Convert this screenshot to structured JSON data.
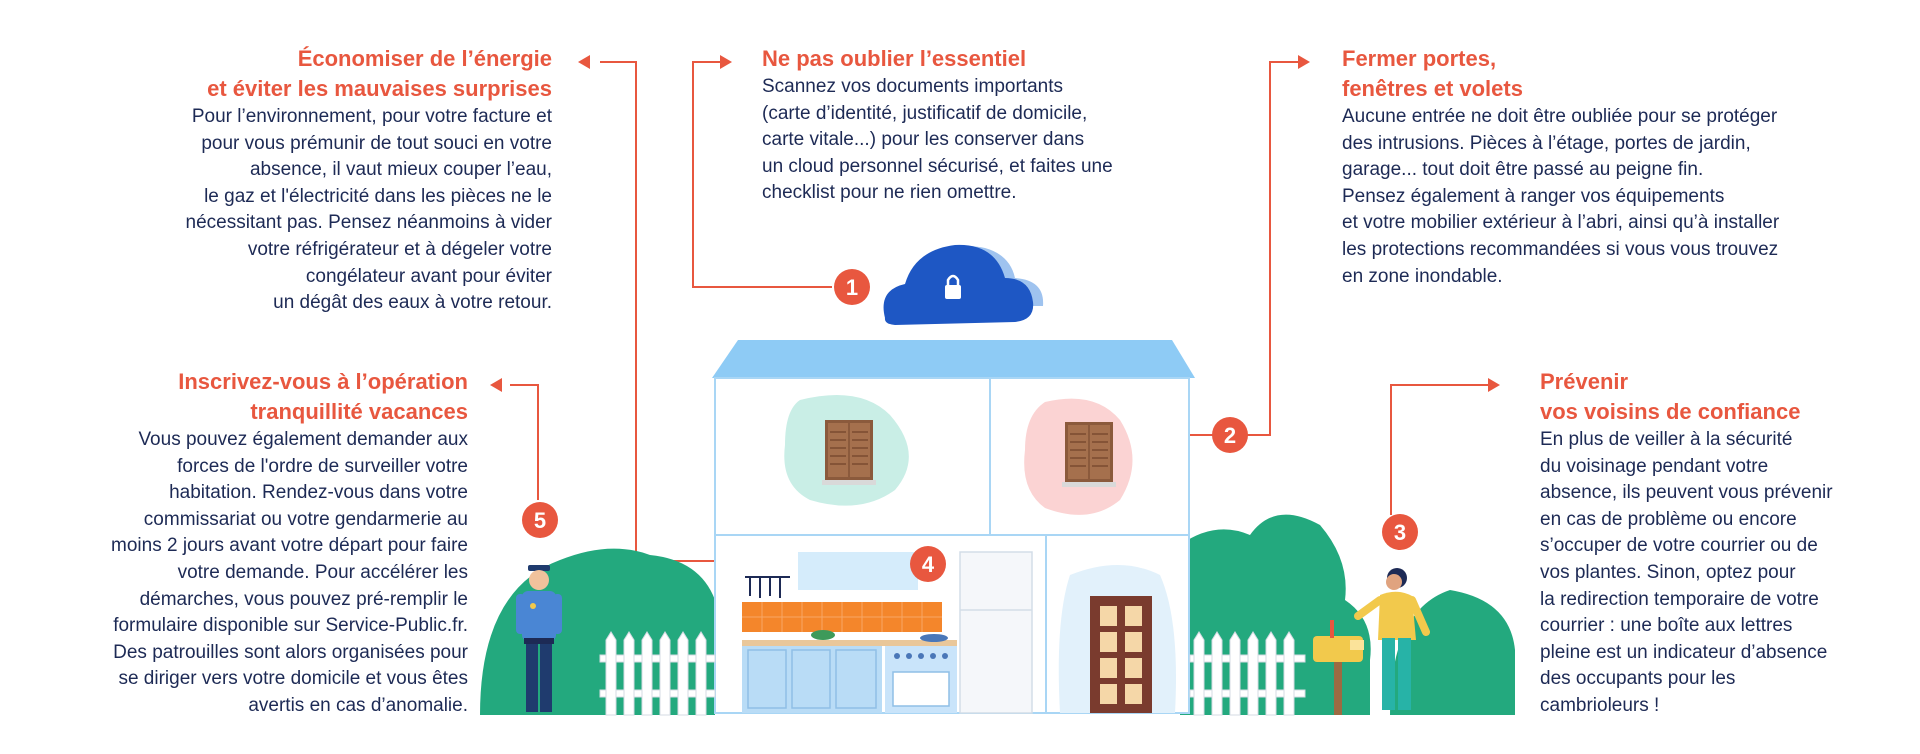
{
  "sections": [
    {
      "num": "1",
      "title": [
        "Ne pas oublier l’essentiel"
      ],
      "body": [
        "Scannez vos documents importants",
        "(carte d’identité, justificatif de domicile,",
        "carte vitale...) pour les conserver dans",
        "un cloud personnel sécurisé, et faites une",
        "checklist pour ne rien omettre."
      ]
    },
    {
      "num": "2",
      "title": [
        "Fermer portes,",
        "fenêtres et volets"
      ],
      "body": [
        "Aucune entrée ne doit être oubliée pour se protéger",
        "des intrusions. Pièces à l’étage, portes de jardin,",
        "garage... tout doit être passé au peigne fin.",
        "Pensez également à ranger vos équipements",
        "et votre mobilier extérieur à l’abri, ainsi qu’à installer",
        "les protections recommandées si vous vous trouvez",
        "en zone inondable."
      ]
    },
    {
      "num": "3",
      "title": [
        "Prévenir",
        "vos voisins de confiance"
      ],
      "body": [
        "En plus de veiller à la sécurité",
        "du voisinage pendant votre",
        "absence, ils peuvent vous prévenir",
        "en cas de problème ou encore",
        "s’occuper de votre courrier ou de",
        "vos plantes. Sinon, optez pour",
        "la redirection temporaire de votre",
        "courrier : une boîte aux lettres",
        "pleine est un indicateur d’absence",
        "des occupants pour les",
        "cambrioleurs !"
      ]
    },
    {
      "num": "4",
      "title": [
        "Économiser de l’énergie",
        "et éviter les mauvaises surprises"
      ],
      "body": [
        "Pour l’environnement, pour votre facture et",
        "pour vous prémunir de tout souci en votre",
        "absence, il vaut mieux couper l’eau,",
        "le gaz et l'électricité dans les pièces ne le",
        "nécessitant pas. Pensez néanmoins à vider",
        "votre réfrigérateur et à dégeler votre",
        "congélateur avant pour éviter",
        "un dégât des eaux à votre retour."
      ]
    },
    {
      "num": "5",
      "title": [
        "Inscrivez-vous à l’opération",
        "tranquillité vacances"
      ],
      "body": [
        "Vous pouvez également demander aux",
        "forces de l'ordre de surveiller votre",
        "habitation. Rendez-vous dans votre",
        "commissariat ou votre gendarmerie au",
        "moins 2 jours avant votre départ pour faire",
        "votre demande. Pour accélérer les",
        "démarches, vous pouvez pré-remplir le",
        "formulaire disponible sur Service-Public.fr.",
        "Des patrouilles sont alors organisées pour",
        "se diriger vers votre domicile et vous êtes",
        "avertis en cas d’anomalie."
      ]
    }
  ],
  "colors": {
    "accent": "#e8573f",
    "text": "#1d2a55",
    "roof": "#8ecbf5",
    "wall_line": "#a9d6f5",
    "bush": "#23a97e",
    "cloud": "#1e57c4",
    "cloud_back": "#9fc3ef"
  },
  "icons": [
    "cloud-lock-icon",
    "shutter-window-icon",
    "door-icon",
    "police-officer-icon",
    "neighbor-woman-icon",
    "mailbox-icon",
    "fence-icon",
    "kitchen-icon"
  ]
}
